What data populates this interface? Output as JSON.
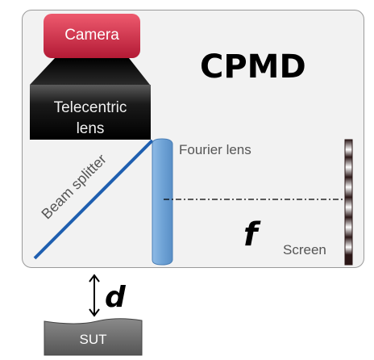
{
  "title": "CPMD",
  "camera": {
    "label": "Camera"
  },
  "telecentric_lens": {
    "label_line1": "Telecentric",
    "label_line2": "lens"
  },
  "beam_splitter": {
    "label": "Beam splitter"
  },
  "fourier_lens": {
    "label": "Fourier lens"
  },
  "focal_symbol": "f",
  "screen": {
    "label": "Screen"
  },
  "distance_symbol": "d",
  "sut": {
    "label": "SUT"
  },
  "colors": {
    "camera": "#d2304a",
    "lens_body": "#111111",
    "beam_splitter": "#1f5fb0",
    "fourier_lens": "#6fa3d6",
    "sut": "#6b6b6b"
  }
}
